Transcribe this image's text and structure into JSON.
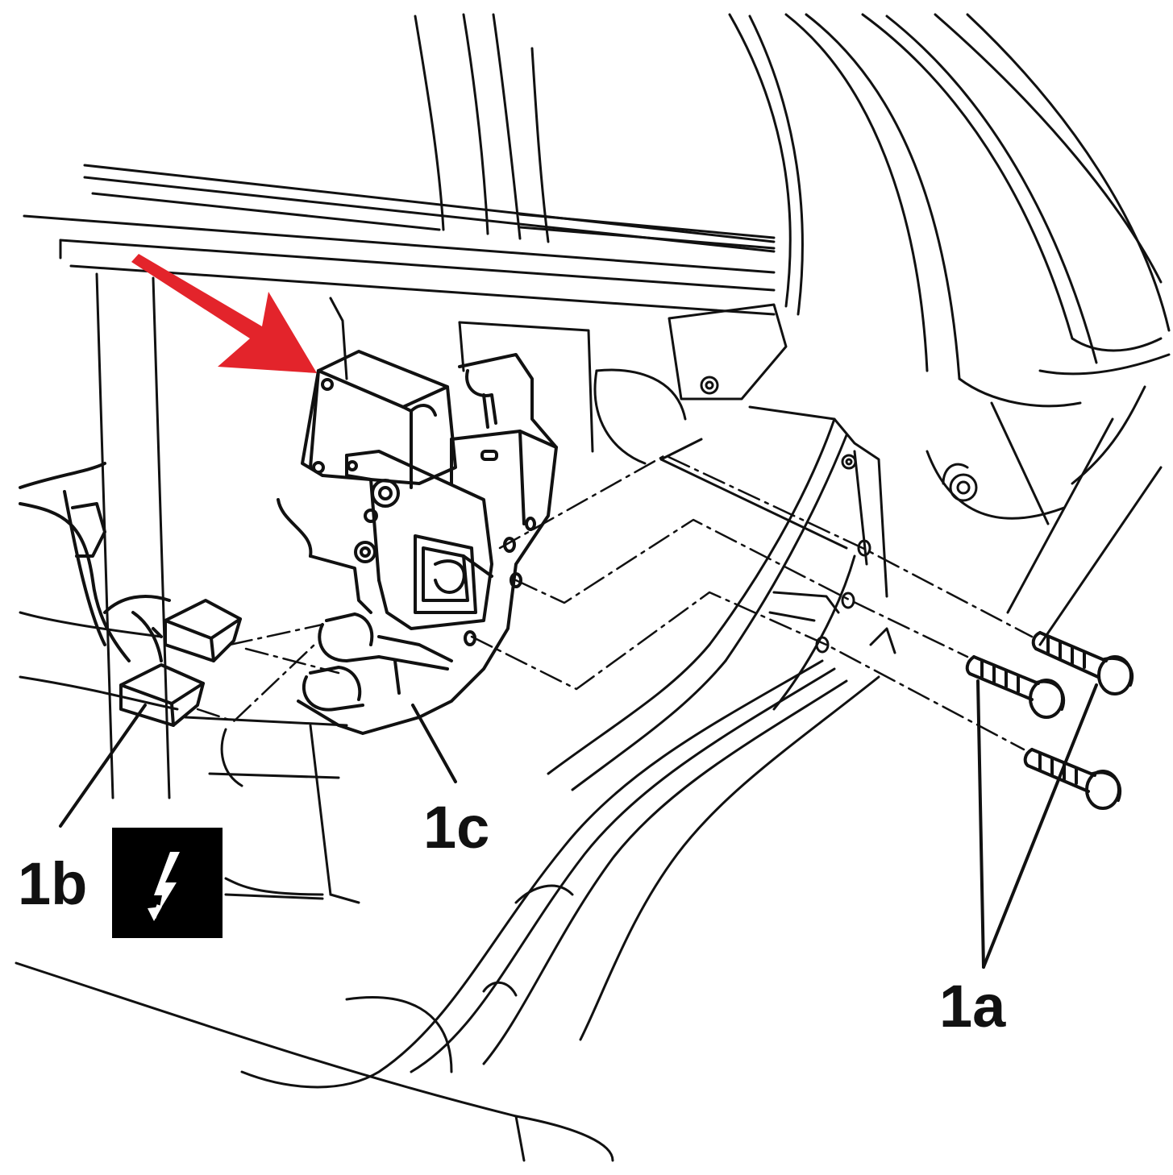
{
  "diagram": {
    "labels": {
      "bolts": "1a",
      "connector": "1b",
      "latch": "1c"
    },
    "icons": {
      "electrical": "lightning-bolt-icon",
      "pointer": "red-arrow-icon"
    },
    "colors": {
      "line": "#111111",
      "arrow": "#e3242b",
      "icon_background": "#000000",
      "icon_symbol": "#ffffff"
    }
  }
}
